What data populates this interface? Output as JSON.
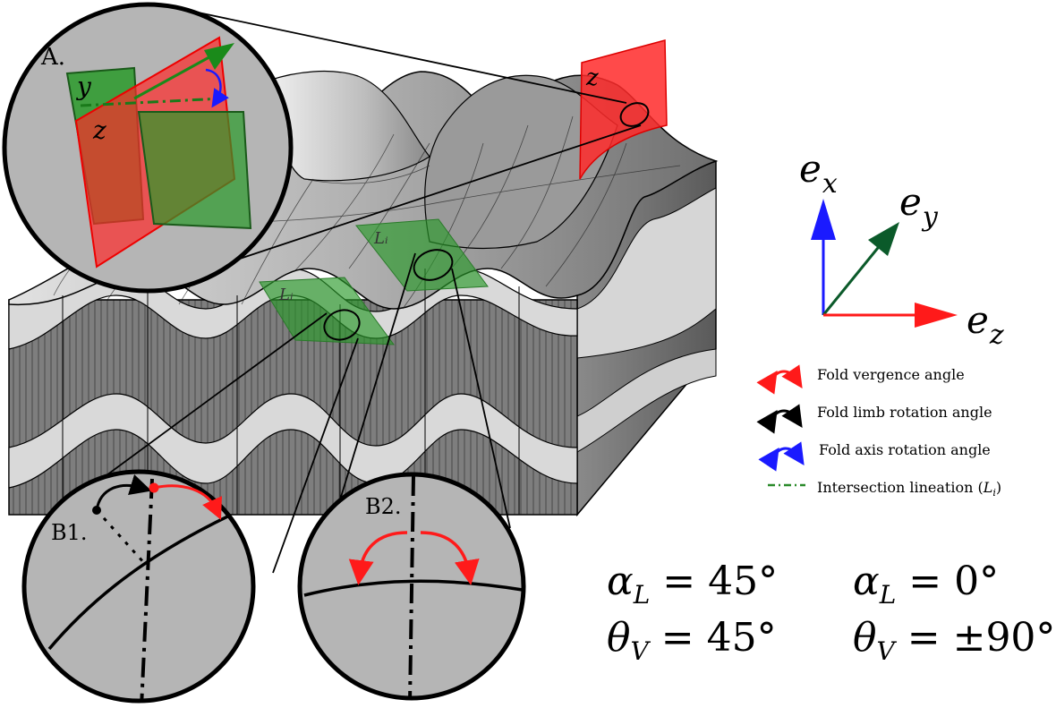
{
  "panels": {
    "a_label": "A.",
    "b1_label": "B1.",
    "b2_label": "B2."
  },
  "inset_a": {
    "y_label": "y",
    "z_label": "z"
  },
  "block": {
    "red_plane_label": "z",
    "li_label_1": "Lᵢ",
    "li_label_2": "Lᵢ"
  },
  "axes": {
    "ex_base": "e",
    "ex_sub": "x",
    "ey_base": "e",
    "ey_sub": "y",
    "ez_base": "e",
    "ez_sub": "z",
    "colors": {
      "ex": "#1a1aff",
      "ey": "#0b5a2a",
      "ez": "#ff1a1a"
    }
  },
  "legend": [
    {
      "label": "Fold vergence angle",
      "icon": "red-curved-arrow-icon",
      "color": "#ff1a1a"
    },
    {
      "label": "Fold limb rotation angle",
      "icon": "black-curved-arrow-icon",
      "color": "#000000"
    },
    {
      "label": "Fold axis rotation angle",
      "icon": "blue-curved-arrow-icon",
      "color": "#1a1aff"
    },
    {
      "label": "Intersection lineation (",
      "math": "L",
      "sub": "i",
      "suffix": ")",
      "icon": "green-dashdot-line-icon",
      "color": "#2a8a2a"
    }
  ],
  "equations": {
    "left": {
      "alpha_sym": "α",
      "alpha_sub": "L",
      "alpha_val": " = 45°",
      "theta_sym": "θ",
      "theta_sub": "V",
      "theta_val": " = 45°"
    },
    "right": {
      "alpha_sym": "α",
      "alpha_sub": "L",
      "alpha_val": " = 0°",
      "theta_sym": "θ",
      "theta_sub": "V",
      "theta_val": " = ±90°"
    }
  }
}
